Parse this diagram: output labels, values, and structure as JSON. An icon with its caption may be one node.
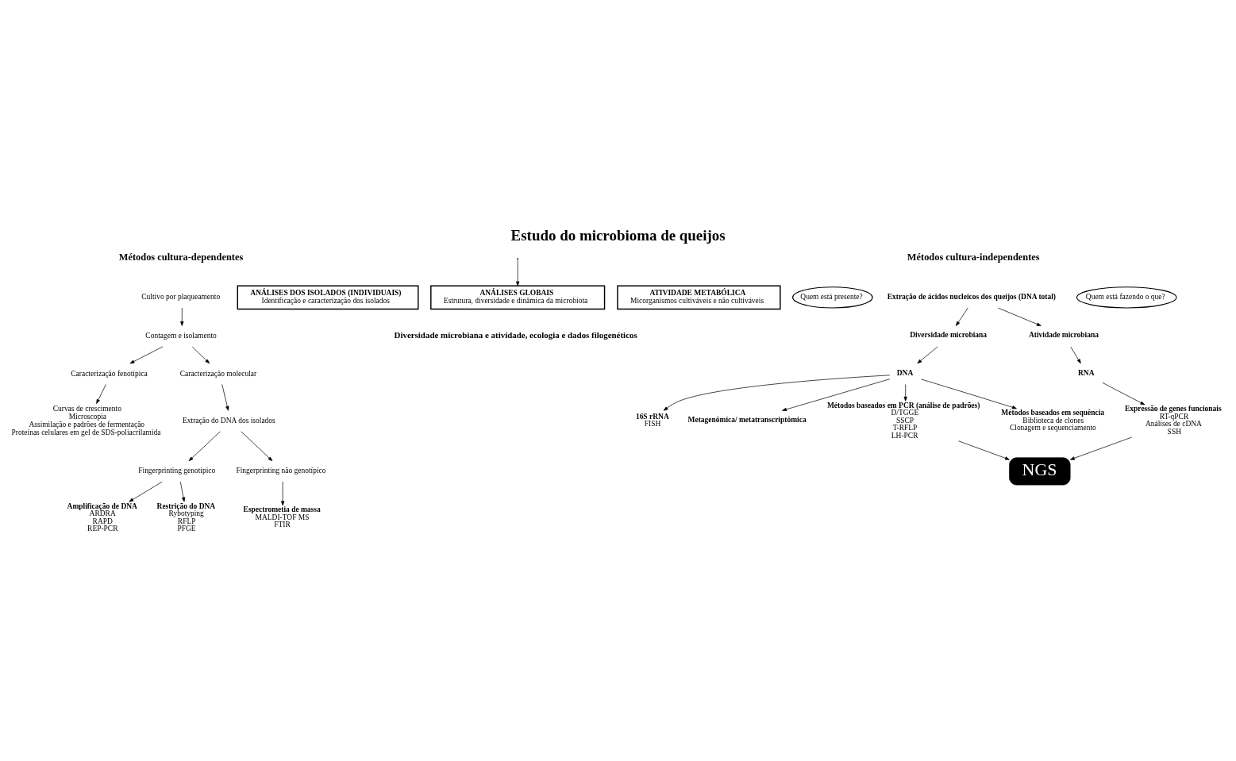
{
  "diagram": {
    "title": "Estudo do microbioma de queijos",
    "caption": "Diversidade microbiana e atividade, ecologia e dados filogenéticos",
    "nodes": [
      {
        "text": [
          "Cultivo por plaqueamento"
        ]
      },
      {
        "text": [
          "Contagem e isolamento"
        ]
      },
      {
        "text": [
          "Caracterização fenotípica"
        ]
      },
      {
        "text": [
          "Caracterização molecular"
        ]
      },
      {
        "text": [
          "Curvas de crescimento",
          "Microscopia",
          "Assimilação e padrões de fermentação",
          "Proteínas celulares em gel de SDS-poliacrilamida"
        ]
      },
      {
        "text": [
          "Extração do DNA dos isolados"
        ]
      },
      {
        "text": [
          "Fingerprinting genotípico"
        ]
      },
      {
        "text": [
          "Fingerprinting não genotípico"
        ]
      },
      {
        "text": [
          "Amplificação de DNA",
          "ARDRA",
          "RAPD",
          "REP-PCR"
        ]
      },
      {
        "text": [
          "Restrição do DNA",
          "Rybotyping",
          "RFLP",
          "PFGE"
        ]
      },
      {
        "text": [
          "Espectrometia de massa",
          "MALDI-TOF MS",
          "FTIR"
        ]
      },
      {
        "text": [
          "ANÁLISES DOS ISOLADOS (INDIVIDUAIS)",
          "Identificação e caracterização dos isolados"
        ]
      },
      {
        "text": [
          "ANÁLISES GLOBAIS",
          "Estrutura, diversidade e dinâmica da microbiota"
        ]
      },
      {
        "text": [
          "ATIVIDADE METABÓLICA",
          "Micorganismos cultiváveis e não cultiváveis"
        ]
      },
      {
        "text": [
          "Quem está presente?"
        ]
      },
      {
        "text": [
          "Extração de ácidos nucleicos dos queijos (DNA total)"
        ]
      },
      {
        "text": [
          "Quem está fazendo o que?"
        ]
      },
      {
        "text": [
          "Diversidade microbiana"
        ]
      },
      {
        "text": [
          "Atividade microbiana"
        ]
      },
      {
        "text": [
          "16S rRNA",
          "FISH"
        ]
      },
      {
        "text": [
          "Metagenômica/ metatranscriptômica"
        ]
      },
      {
        "text": [
          "DNA"
        ]
      },
      {
        "text": [
          "RNA"
        ]
      },
      {
        "text": [
          "Métodos baseados em PCR (análise de padrões)",
          "D/TGGE",
          "SSCP",
          "T-RFLP",
          "LH-PCR"
        ]
      },
      {
        "text": [
          "Métodos baseados em sequência",
          "Biblioteca de clones",
          "Clonagem e sequenciamento"
        ]
      },
      {
        "text": [
          "Expressão de genes funcionais",
          "RT-qPCR",
          "Análises de cDNA",
          "SSH"
        ]
      },
      {
        "text": [
          "NGS"
        ]
      }
    ],
    "edges": [
      {
        "from": 0,
        "to": 1,
        "arrow": "to"
      },
      {
        "from": 1,
        "to": 2,
        "arrow": "to"
      },
      {
        "from": 1,
        "to": 3,
        "arrow": "to"
      },
      {
        "from": 2,
        "to": 4,
        "arrow": "to"
      },
      {
        "from": 3,
        "to": 5,
        "arrow": "to"
      },
      {
        "from": 5,
        "to": 6,
        "arrow": "to"
      },
      {
        "from": 5,
        "to": 7,
        "arrow": "to"
      },
      {
        "from": 6,
        "to": 8,
        "arrow": "to"
      },
      {
        "from": 6,
        "to": 9,
        "arrow": "to"
      },
      {
        "from": 7,
        "to": 10,
        "arrow": "to"
      },
      {
        "from": null,
        "to": 12,
        "arrow": "to"
      },
      {
        "from": 15,
        "to": 17,
        "arrow": "to"
      },
      {
        "from": 15,
        "to": 18,
        "arrow": "to"
      },
      {
        "from": 17,
        "to": 21,
        "arrow": "to"
      },
      {
        "from": 21,
        "to": 19,
        "arrow": "to"
      },
      {
        "from": 21,
        "to": 20,
        "arrow": "to"
      },
      {
        "from": 21,
        "to": 23,
        "arrow": "to"
      },
      {
        "from": 21,
        "to": 24,
        "arrow": "to"
      },
      {
        "from": 18,
        "to": 22,
        "arrow": "to"
      },
      {
        "from": 22,
        "to": 25,
        "arrow": "to"
      },
      {
        "from": 23,
        "to": 26,
        "arrow": "to"
      },
      {
        "from": 25,
        "to": 26,
        "arrow": "to"
      }
    ],
    "labels": [
      "Métodos cultura-dependentes",
      "Métodos cultura-independentes"
    ]
  }
}
